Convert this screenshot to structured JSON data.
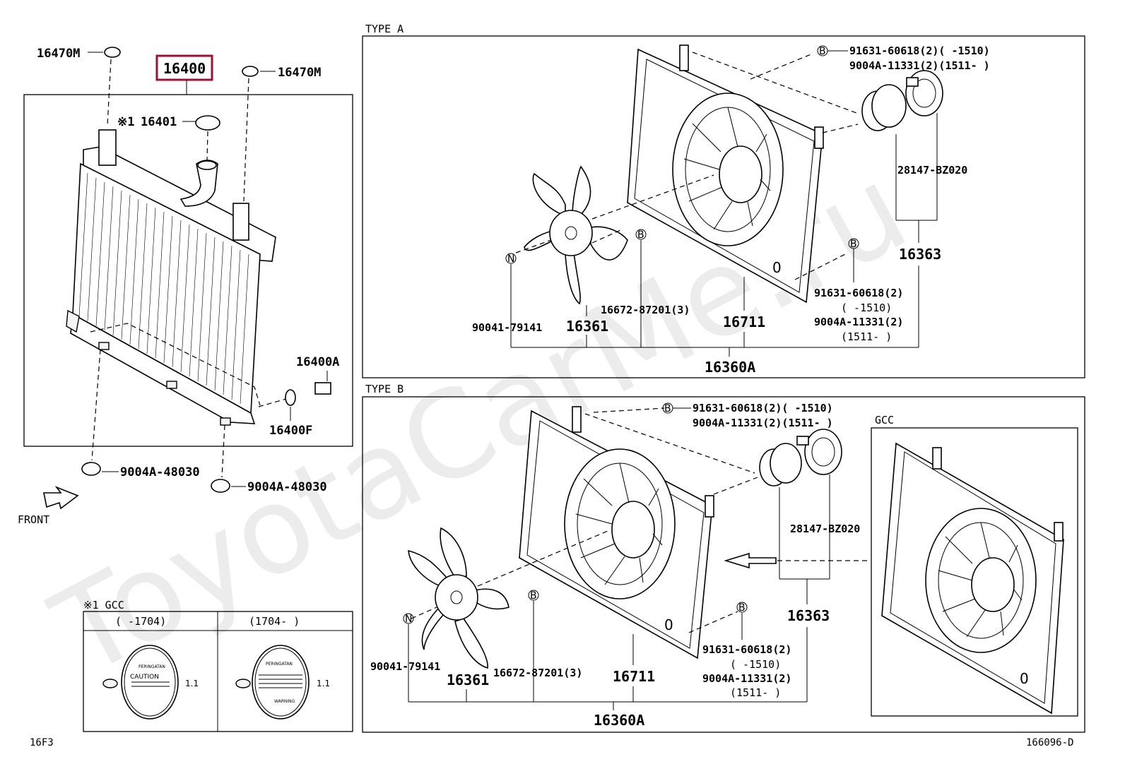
{
  "watermark": "ToyotaCarMe.ru",
  "diagram_code": "166096-D",
  "section_code": "16F3",
  "sections": {
    "type_a": "TYPE A",
    "type_b": "TYPE B",
    "gcc": "GCC"
  },
  "radiator": {
    "main_part": "16400",
    "cap": "16401",
    "cap_note_mark": "※1",
    "hose_plug_left": "16470M",
    "hose_plug_right": "16470M",
    "drain_cock": "16400A",
    "drain_gasket": "16400F",
    "cushion_left": "9004A-48030",
    "cushion_right": "9004A-48030",
    "front_label": "FRONT"
  },
  "type_a_parts": {
    "bolt_top_1": "91631-60618(2)(    -1510)",
    "bolt_top_2": "9004A-11331(2)(1511-    )",
    "motor": "28147-BZ020",
    "motor_assy": "16363",
    "bolt_bottom_1": "91631-60618(2)",
    "bolt_bottom_2": "(    -1510)",
    "bolt_bottom_3": "9004A-11331(2)",
    "bolt_bottom_4": "(1511-    )",
    "nut": "90041-79141",
    "fan": "16361",
    "shroud_bolt": "16672-87201(3)",
    "shroud": "16711",
    "assembly": "16360A"
  },
  "type_b_parts": {
    "bolt_top_1": "91631-60618(2)(    -1510)",
    "bolt_top_2": "9004A-11331(2)(1511-    )",
    "motor": "28147-BZ020",
    "motor_assy": "16363",
    "bolt_bottom_1": "91631-60618(2)",
    "bolt_bottom_2": "(    -1510)",
    "bolt_bottom_3": "9004A-11331(2)",
    "bolt_bottom_4": "(1511-    )",
    "nut": "90041-79141",
    "fan": "16361",
    "shroud_bolt": "16672-87201(3)",
    "shroud": "16711",
    "assembly": "16360A"
  },
  "markers": {
    "b": "B",
    "n": "N"
  },
  "gcc_cap": {
    "title": "※1 GCC",
    "col_left": "(    -1704)",
    "col_right": "(1704-    )",
    "pressure_left": "1.1",
    "pressure_right": "1.1",
    "cap_left_top": "PERINGATAN",
    "cap_left_bottom": "CAUTION",
    "cap_right_top": "PERINGATAN",
    "cap_right_bottom": "WARNING"
  }
}
